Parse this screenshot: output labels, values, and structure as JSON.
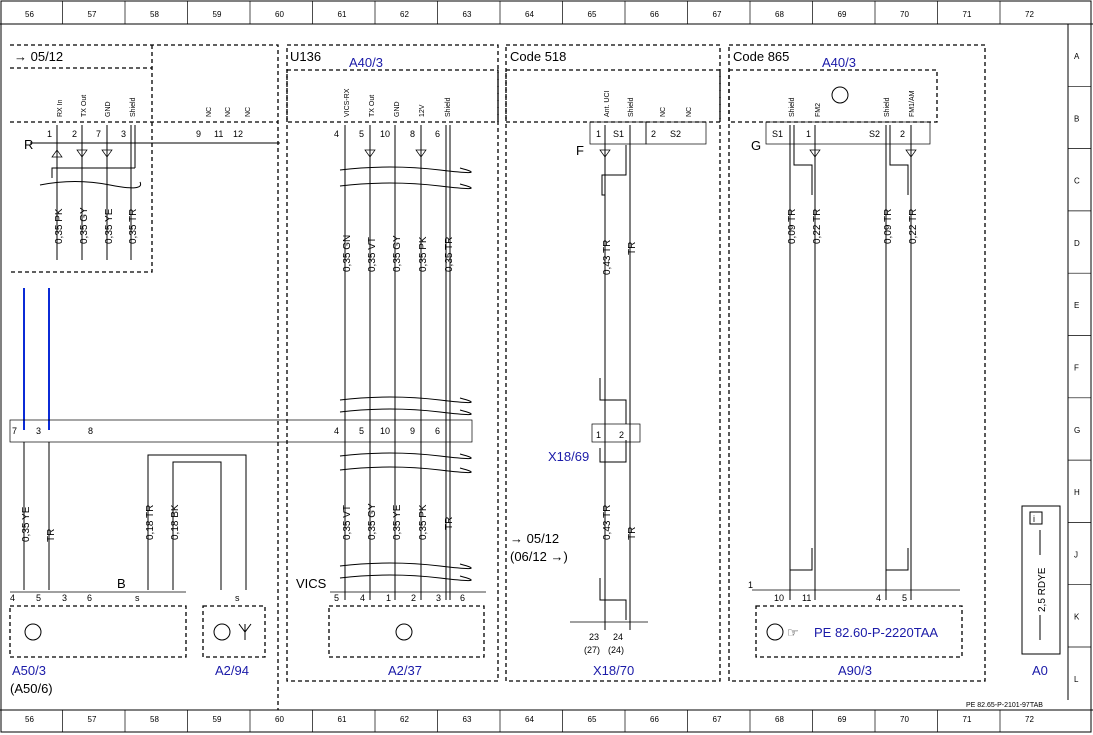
{
  "grid": {
    "columns": [
      "56",
      "57",
      "58",
      "59",
      "60",
      "61",
      "62",
      "63",
      "64",
      "65",
      "66",
      "67",
      "68",
      "69",
      "70",
      "71",
      "72"
    ],
    "rows": [
      "A",
      "B",
      "C",
      "D",
      "E",
      "F",
      "G",
      "H",
      "J",
      "K",
      "L"
    ]
  },
  "sections": {
    "left_ref": "→ 05/12",
    "u136": "U136",
    "code518": "Code 518",
    "code865": "Code 865"
  },
  "components": {
    "a40_3_left": "A40/3",
    "a40_3_right": "A40/3",
    "a50_3": "A50/3",
    "a50_6": "(A50/6)",
    "a2_94": "A2/94",
    "a2_37": "A2/37",
    "x18_70": "X18/70",
    "x18_69": "X18/69",
    "a90_3": "A90/3",
    "a0": "A0",
    "pe_ref": "PE 82.60-P-2220TAA",
    "vics": "VICS",
    "b_label": "B",
    "r_label": "R",
    "f_label": "F",
    "g_label": "G"
  },
  "ref": {
    "ref_0512": "→ 05/12",
    "ref_0612": "(06/12 →)"
  },
  "legend": {
    "icon": "i",
    "text": "2,5 RDYE"
  },
  "footer": "PE 82.65-P-2101-97TAB",
  "left_conn": {
    "pins": [
      "1",
      "2",
      "7",
      "3",
      "9",
      "11",
      "12"
    ],
    "names": [
      "RX In",
      "TX Out",
      "GND",
      "Shield",
      "NC",
      "NC",
      "NC"
    ],
    "wires": [
      "0,35 PK",
      "0,35 GY",
      "0,35 YE",
      "0,35 TR"
    ]
  },
  "u136_conn": {
    "pins": [
      "4",
      "5",
      "10",
      "8",
      "6"
    ],
    "names": [
      "VICS-RX",
      "TX Out",
      "GND",
      "12V",
      "Shield"
    ],
    "wires": [
      "0,35 GN",
      "0,35 VT",
      "0,35 GY",
      "0,35 PK",
      "0,35 TR"
    ]
  },
  "mid_conn": {
    "left_pins": [
      "7",
      "3",
      "8"
    ],
    "u136_pins": [
      "4",
      "5",
      "10",
      "9",
      "6"
    ]
  },
  "lower_wires": {
    "left": [
      "0,35 YE",
      "TR"
    ],
    "b": [
      "0,18 TR",
      "0,18 BK"
    ],
    "vics": [
      "0,35 VT",
      "0,35 GY",
      "0,35 YE",
      "0,35 PK",
      "TR"
    ]
  },
  "bottom_pins": {
    "a50": [
      "4",
      "5",
      "3",
      "6"
    ],
    "b": [
      "s",
      "s"
    ],
    "vics": [
      "5",
      "4",
      "1",
      "2",
      "3",
      "6"
    ]
  },
  "c518": {
    "pins": [
      "1",
      "S1",
      "2",
      "S2"
    ],
    "names": [
      "Ant. UCI",
      "Shield",
      "NC",
      "NC"
    ],
    "wires_top": [
      "0,43 TR",
      "TR"
    ],
    "wires_bot": [
      "0,43 TR",
      "TR"
    ],
    "x1869_pins": [
      "1",
      "2"
    ],
    "x1870_pins": [
      "23",
      "24"
    ],
    "x1870_alt": [
      "(27)",
      "(24)"
    ]
  },
  "c865": {
    "pins": [
      "S1",
      "1",
      "S2",
      "2"
    ],
    "names": [
      "Shield",
      "FM2",
      "Shield",
      "FM1/AM"
    ],
    "wires": [
      "0,09 TR",
      "0,22 TR",
      "0,09 TR",
      "0,22 TR"
    ],
    "bottom_pins": [
      "10",
      "11",
      "4",
      "5"
    ],
    "one_label": "1"
  }
}
